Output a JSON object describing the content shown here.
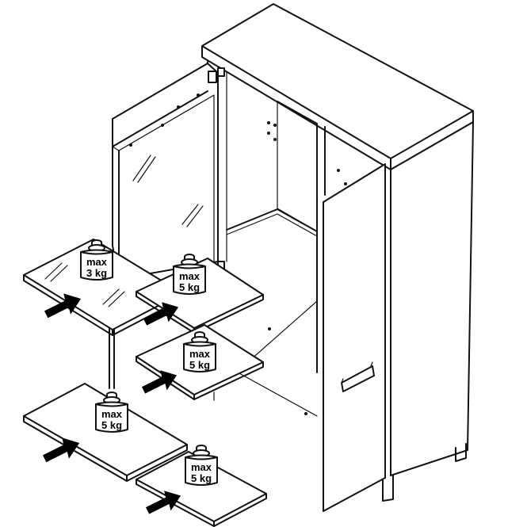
{
  "weights": [
    {
      "id": "top-left-shelf",
      "line1": "max",
      "line2": "3 kg"
    },
    {
      "id": "upper-right-shelf",
      "line1": "max",
      "line2": "5 kg"
    },
    {
      "id": "middle-right-shelf",
      "line1": "max",
      "line2": "5 kg"
    },
    {
      "id": "bottom-left-shelf",
      "line1": "max",
      "line2": "5 kg"
    },
    {
      "id": "bottom-right-shelf",
      "line1": "max",
      "line2": "5 kg"
    }
  ],
  "colors": {
    "line": "#111111",
    "fill": "#ffffff",
    "arrow": "#000000"
  },
  "icons": [
    "weight-icon",
    "insert-arrow-icon",
    "door-handle-icon",
    "hinge-icon"
  ]
}
